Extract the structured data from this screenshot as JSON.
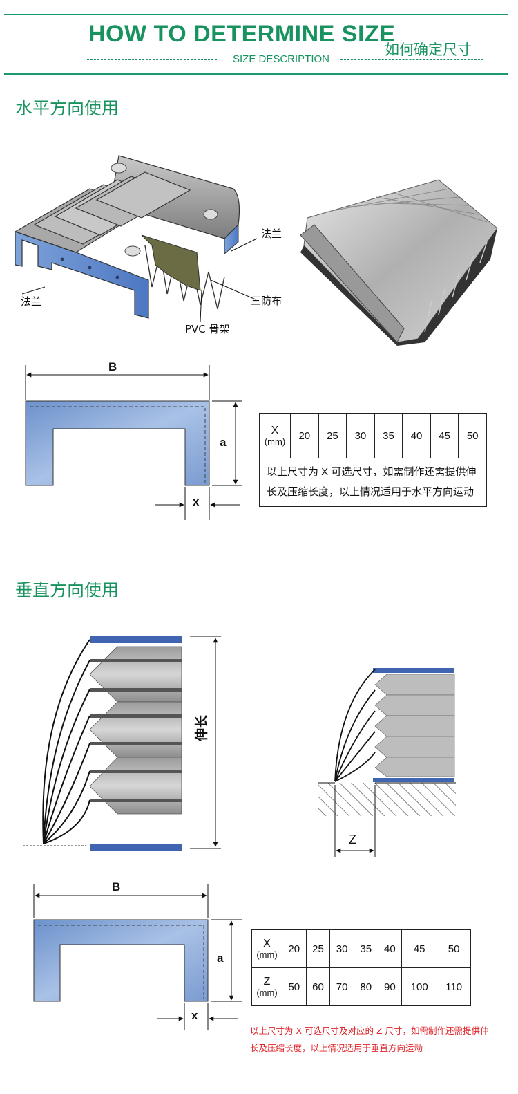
{
  "header": {
    "title": "HOW TO DETERMINE SIZE",
    "subtitle": "SIZE DESCRIPTION",
    "cn_title": "如何确定尺寸"
  },
  "horizontal": {
    "section_title": "水平方向使用",
    "labels": {
      "flange_right": "法兰",
      "flange_left": "法兰",
      "cloth": "三防布",
      "pvc": "PVC 骨架"
    },
    "diagram": {
      "b": "B",
      "a": "a",
      "x": "x"
    },
    "table": {
      "header_label": "X",
      "header_unit": "(mm)",
      "values": [
        "20",
        "25",
        "30",
        "35",
        "40",
        "45",
        "50"
      ],
      "note": "以上尺寸为 X 可选尺寸，如需制作还需提供伸长及压缩长度，以上情况适用于水平方向运动"
    }
  },
  "vertical": {
    "section_title": "垂直方向使用",
    "extend_label": "伸长",
    "z_label": "Z",
    "diagram": {
      "b": "B",
      "a": "a",
      "x": "x"
    },
    "table": {
      "x_label": "X",
      "z_label": "Z",
      "unit": "(mm)",
      "x_values": [
        "20",
        "25",
        "30",
        "35",
        "40",
        "45",
        "50"
      ],
      "z_values": [
        "50",
        "60",
        "70",
        "80",
        "90",
        "100",
        "110"
      ]
    },
    "note": "以上尺寸为 X 可选尺寸及对应的 Z 尺寸，如需制作还需提供伸长及压缩长度，以上情况适用于垂直方向运动"
  }
}
